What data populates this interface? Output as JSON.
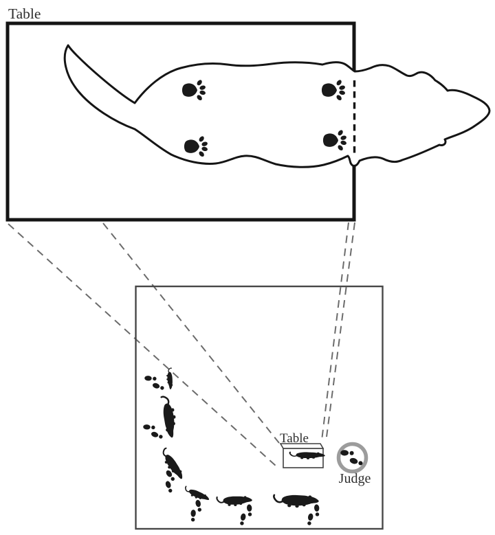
{
  "figure": {
    "labels": {
      "top_table": "Table",
      "ring_table": "Table",
      "judge": "Judge"
    },
    "colors": {
      "background": "#ffffff",
      "ink": "#151515",
      "silhouette": "#1a1a1a",
      "projection_dash": "#6b6b6b",
      "room_border": "#474747",
      "small_table_border": "#3f3f3f",
      "judge_ring": "#9c9c9c",
      "label_text": "#2e2e2e"
    },
    "scene": {
      "ring_dog_count": 6,
      "handler_footprint_pairs": 6,
      "paw_prints_on_table": 4,
      "dogs_on_ring_table": 1,
      "projection_lines": 4
    }
  }
}
